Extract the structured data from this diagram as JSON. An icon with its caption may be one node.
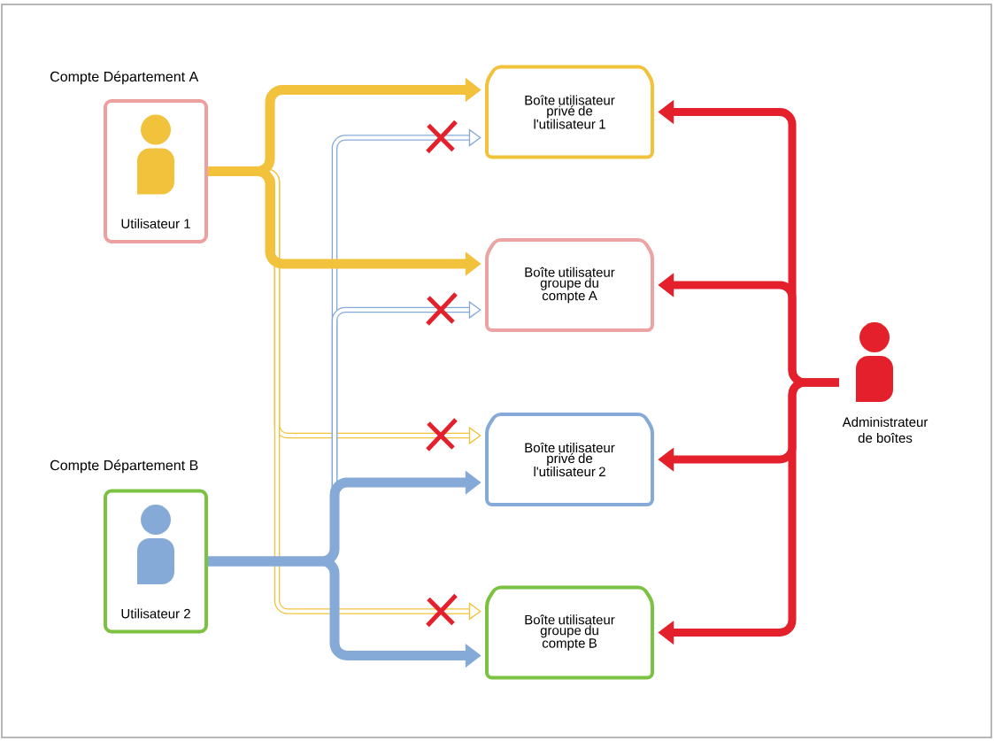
{
  "diagram": {
    "nodes": [
      {
        "text": [
          "Compte Département A",
          "Utilisateur 1"
        ]
      },
      {
        "text": [
          "Compte Département B",
          "Utilisateur 2"
        ]
      },
      {
        "text": [
          "Boîte utilisateur privé de l'utilisateur 1"
        ]
      },
      {
        "text": [
          "Boîte utilisateur groupe du compte A"
        ]
      },
      {
        "text": [
          "Boîte utilisateur privé de l'utilisateur 2"
        ]
      },
      {
        "text": [
          "Boîte utilisateur groupe du compte B"
        ]
      },
      {
        "text": [
          "Administrateur de boîtes"
        ]
      }
    ],
    "edges": [
      {
        "from": 0,
        "to": 2,
        "arrow": "to",
        "color": "#f2c23c"
      },
      {
        "from": 0,
        "to": 3,
        "arrow": "to",
        "color": "#f2c23c"
      },
      {
        "from": 0,
        "to": 4,
        "arrow": "to",
        "color": "#f2c23c"
      },
      {
        "from": 0,
        "to": 5,
        "arrow": "to",
        "color": "#f2c23c"
      },
      {
        "from": 1,
        "to": 2,
        "arrow": "to",
        "color": "#86aad8"
      },
      {
        "from": 1,
        "to": 3,
        "arrow": "to",
        "color": "#86aad8"
      },
      {
        "from": 1,
        "to": 4,
        "arrow": "to",
        "color": "#86aad8"
      },
      {
        "from": 1,
        "to": 5,
        "arrow": "to",
        "color": "#86aad8"
      },
      {
        "from": 6,
        "to": 2,
        "arrow": "to",
        "color": "#e3202b"
      },
      {
        "from": 6,
        "to": 3,
        "arrow": "to",
        "color": "#e3202b"
      },
      {
        "from": 6,
        "to": 4,
        "arrow": "to",
        "color": "#e3202b"
      },
      {
        "from": 6,
        "to": 5,
        "arrow": "to",
        "color": "#e3202b"
      }
    ]
  }
}
